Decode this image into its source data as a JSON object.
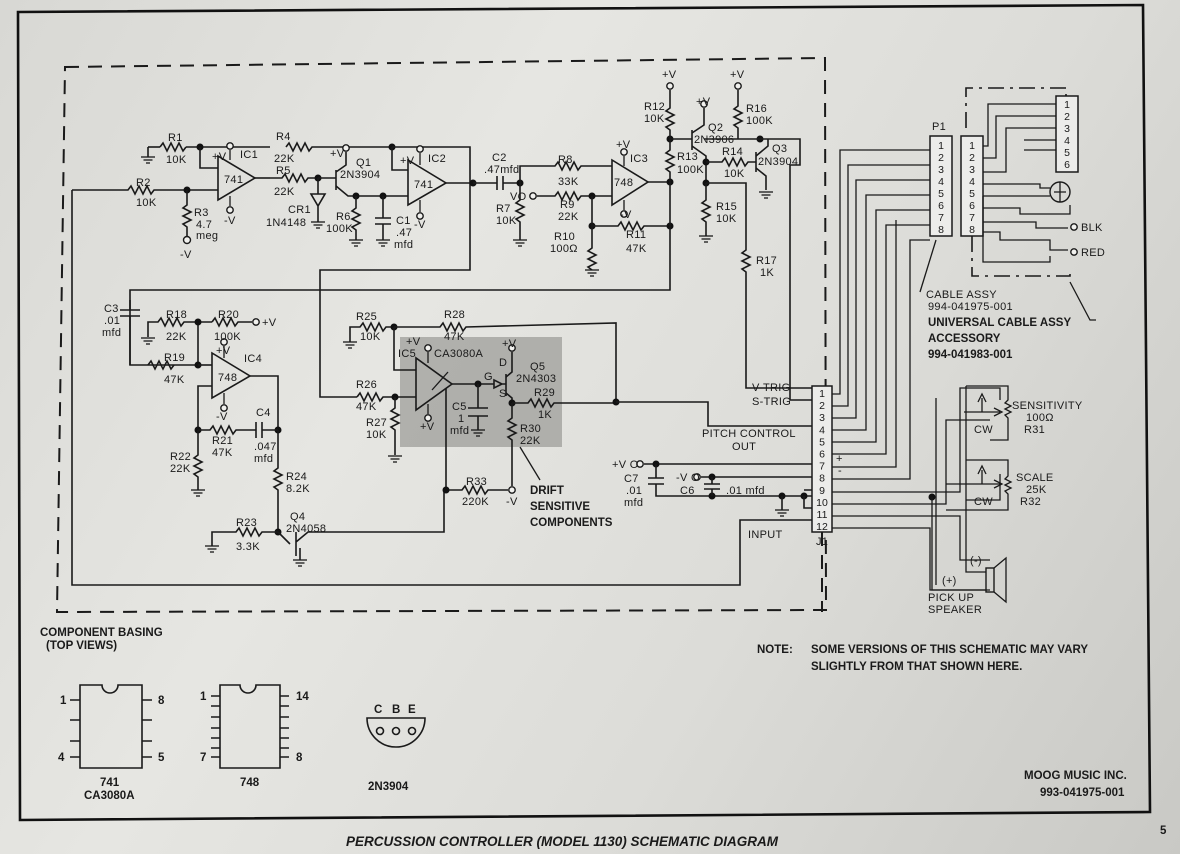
{
  "document": {
    "title": "PERCUSSION CONTROLLER (MODEL 1130) SCHEMATIC DIAGRAM",
    "page_number": "5",
    "company": "MOOG MUSIC INC.",
    "document_number": "993-041975-001",
    "note_label": "NOTE:",
    "note_line1": "SOME VERSIONS OF THIS SCHEMATIC MAY VARY",
    "note_line2": "SLIGHTLY FROM THAT SHOWN HERE."
  },
  "components": {
    "R1": {
      "ref": "R1",
      "value": "10K"
    },
    "R2": {
      "ref": "R2",
      "value": "10K"
    },
    "R3": {
      "ref": "R3",
      "value": "4.7",
      "unit": "meg"
    },
    "R4": {
      "ref": "R4",
      "value": "22K"
    },
    "R5": {
      "ref": "R5",
      "value": "22K"
    },
    "R6": {
      "ref": "R6",
      "value": "100K"
    },
    "R7": {
      "ref": "R7",
      "value": "10K"
    },
    "R8": {
      "ref": "R8",
      "value": "33K"
    },
    "R9": {
      "ref": "R9",
      "value": "22K"
    },
    "R10": {
      "ref": "R10",
      "value": "100Ω"
    },
    "R11": {
      "ref": "R11",
      "value": "47K"
    },
    "R12": {
      "ref": "R12",
      "value": "10K"
    },
    "R13": {
      "ref": "R13",
      "value": "100K"
    },
    "R14": {
      "ref": "R14",
      "value": "10K"
    },
    "R15": {
      "ref": "R15",
      "value": "10K"
    },
    "R16": {
      "ref": "R16",
      "value": "100K"
    },
    "R17": {
      "ref": "R17",
      "value": "1K"
    },
    "R18": {
      "ref": "R18",
      "value": "22K"
    },
    "R19": {
      "ref": "R19",
      "value": "47K"
    },
    "R20": {
      "ref": "R20",
      "value": "100K"
    },
    "R21": {
      "ref": "R21",
      "value": "47K"
    },
    "R22": {
      "ref": "R22",
      "value": "22K"
    },
    "R23": {
      "ref": "R23",
      "value": "3.3K"
    },
    "R24": {
      "ref": "R24",
      "value": "8.2K"
    },
    "R25": {
      "ref": "R25",
      "value": "10K"
    },
    "R26": {
      "ref": "R26",
      "value": "47K"
    },
    "R27": {
      "ref": "R27",
      "value": "10K"
    },
    "R28": {
      "ref": "R28",
      "value": "47K"
    },
    "R29": {
      "ref": "R29",
      "value": "1K"
    },
    "R30": {
      "ref": "R30",
      "value": "22K"
    },
    "R33": {
      "ref": "R33",
      "value": "220K"
    },
    "C1": {
      "ref": "C1",
      "value": ".47",
      "unit": "mfd"
    },
    "C2": {
      "ref": "C2",
      "value": ".47mfd"
    },
    "C3": {
      "ref": "C3",
      "value": ".01",
      "unit": "mfd"
    },
    "C4": {
      "ref": "C4",
      "value": ".047",
      "unit": "mfd"
    },
    "C5": {
      "ref": "C5",
      "value": "1",
      "unit": "mfd"
    },
    "C6": {
      "ref": "C6",
      "value": ".01 mfd"
    },
    "C7": {
      "ref": "C7",
      "value": ".01",
      "unit": "mfd"
    },
    "CR1": {
      "ref": "CR1",
      "value": "1N4148"
    },
    "Q1": {
      "ref": "Q1",
      "value": "2N3904"
    },
    "Q2": {
      "ref": "Q2",
      "value": "2N3906"
    },
    "Q3": {
      "ref": "Q3",
      "value": "2N3904"
    },
    "Q4": {
      "ref": "Q4",
      "value": "2N4058"
    },
    "Q5": {
      "ref": "Q5",
      "value": "2N4303"
    },
    "IC1": {
      "ref": "IC1",
      "value": "741"
    },
    "IC2": {
      "ref": "IC2",
      "value": "741"
    },
    "IC3": {
      "ref": "IC3",
      "value": "748"
    },
    "IC4": {
      "ref": "IC4",
      "value": "748"
    },
    "IC5": {
      "ref": "IC5",
      "value": "CA3080A"
    },
    "R31": {
      "ref": "R31",
      "name": "SENSITIVITY",
      "value": "100Ω"
    },
    "R32": {
      "ref": "R32",
      "name": "SCALE",
      "value": "25K"
    }
  },
  "labels": {
    "plus_v": "+V",
    "minus_v": "-V",
    "vo": "VO",
    "plus_vo": "+V O",
    "minus_vo": "-V O",
    "cw": "CW",
    "v_trig": "V-TRIG",
    "s_trig": "S-TRIG",
    "pitch_control": "PITCH CONTROL",
    "out": "OUT",
    "input": "INPUT",
    "j1": "J1",
    "p1": "P1",
    "plus": "+",
    "minus": "-",
    "drift_1": "DRIFT",
    "drift_2": "SENSITIVE",
    "drift_3": "COMPONENTS",
    "cable_assy": "CABLE ASSY",
    "cable_assy_pn": "994-041975-001",
    "universal_cable": "UNIVERSAL CABLE ASSY",
    "accessory": "ACCESSORY",
    "accessory_pn": "994-041983-001",
    "blk": "BLK",
    "red": "RED",
    "pickup_1": "PICK UP",
    "pickup_2": "SPEAKER",
    "speaker_plus": "(+)",
    "speaker_minus": "(-)",
    "q5_d": "D",
    "q5_g": "G",
    "q5_s": "S"
  },
  "connectors": {
    "j1_pins": [
      "1",
      "2",
      "3",
      "4",
      "5",
      "6",
      "7",
      "8",
      "9",
      "10",
      "11",
      "12"
    ],
    "p1_pins": [
      "1",
      "2",
      "3",
      "4",
      "5",
      "6",
      "7",
      "8"
    ],
    "cable_pins": [
      "1",
      "2",
      "3",
      "4",
      "5",
      "6",
      "7",
      "8"
    ],
    "din_pins": [
      "1",
      "2",
      "3",
      "4",
      "5",
      "6"
    ]
  },
  "basing": {
    "heading_1": "COMPONENT BASING",
    "heading_2": "(TOP VIEWS)",
    "dip8": {
      "label_1": "741",
      "label_2": "CA3080A",
      "pin_tl": "1",
      "pin_bl": "4",
      "pin_tr": "8",
      "pin_br": "5"
    },
    "dip14": {
      "label": "748",
      "pin_tl": "1",
      "pin_bl": "7",
      "pin_tr": "14",
      "pin_br": "8"
    },
    "to92": {
      "label": "2N3904",
      "pins": [
        "C",
        "B",
        "E"
      ]
    }
  }
}
